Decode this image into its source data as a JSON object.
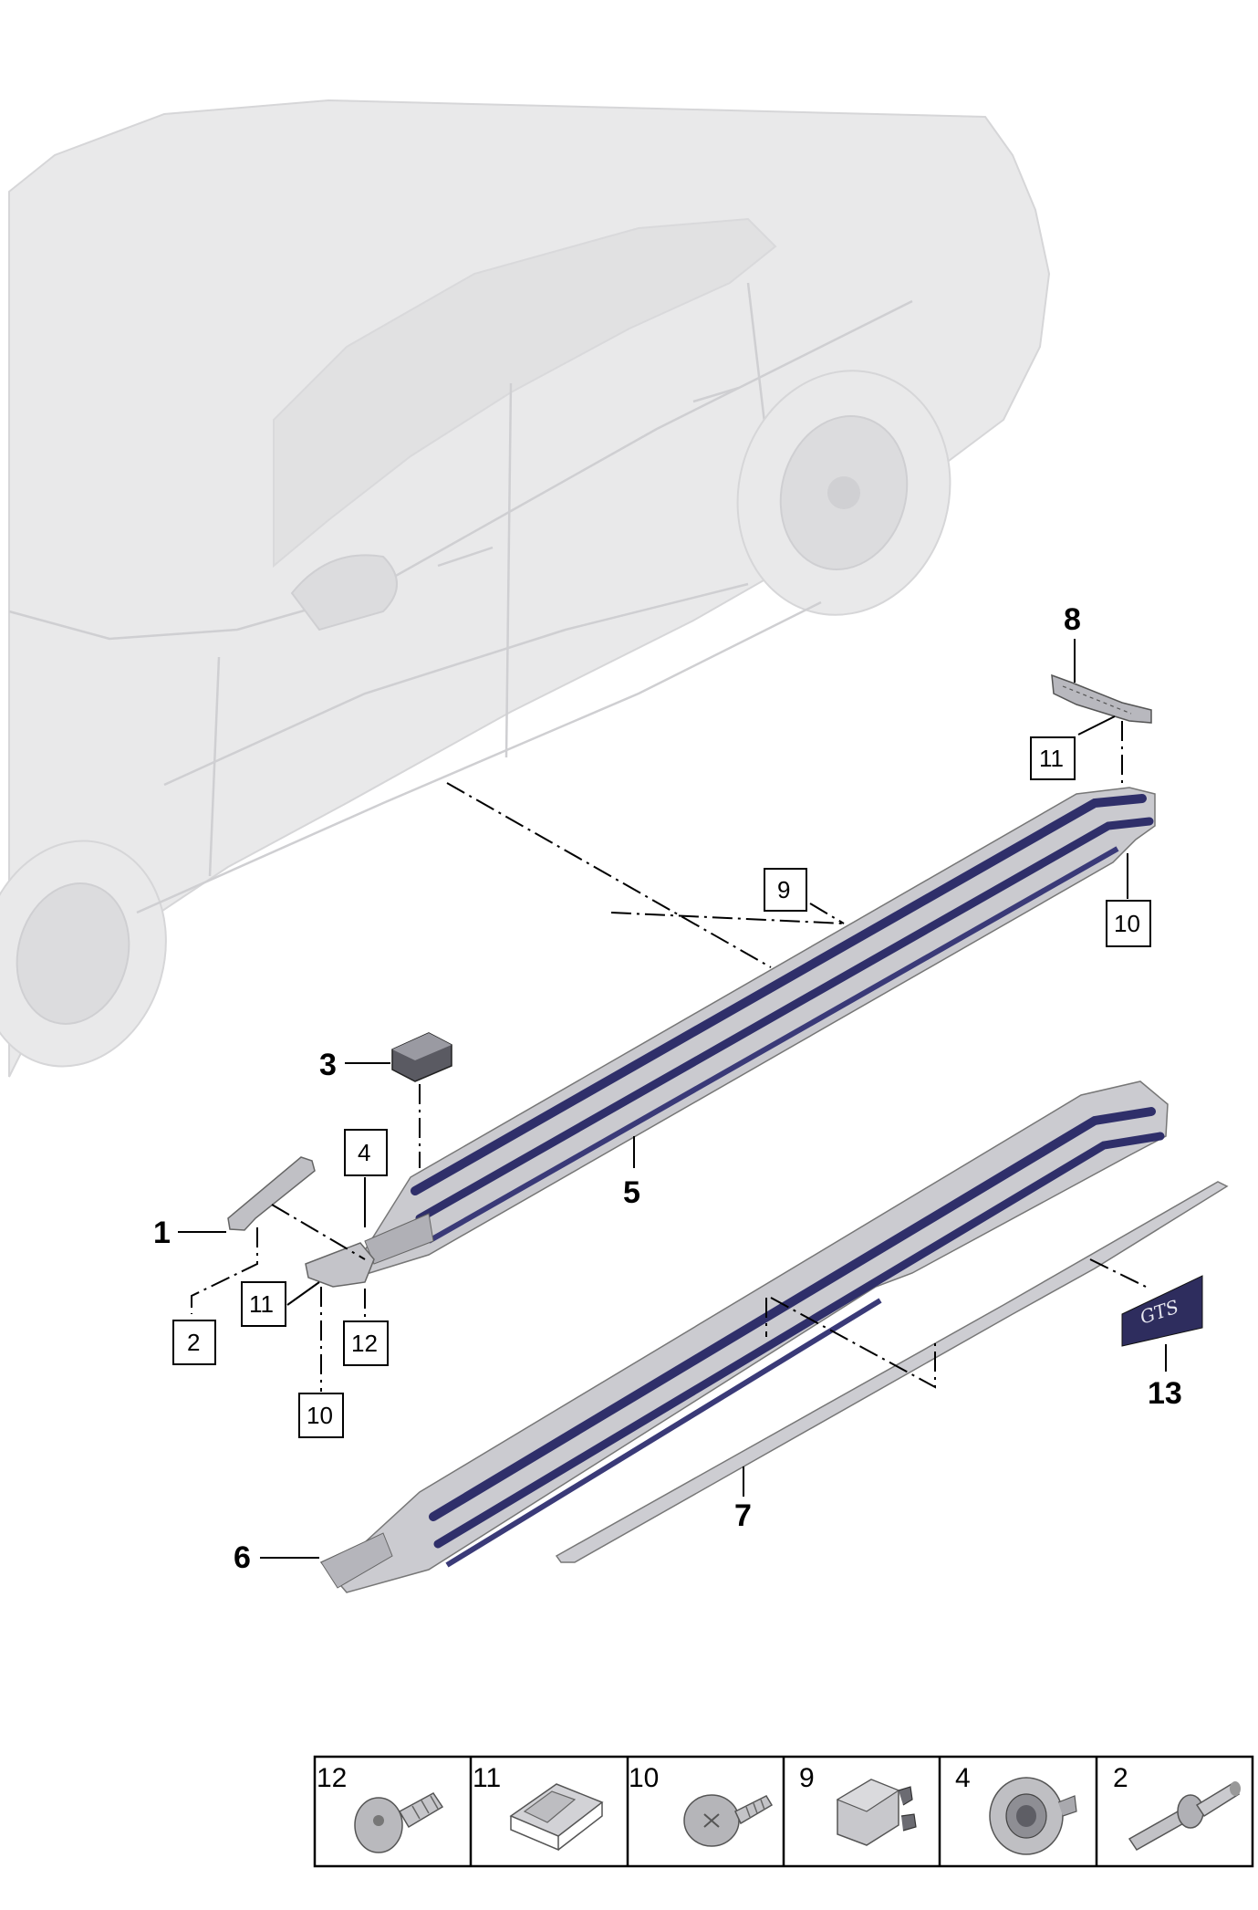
{
  "callouts_plain": [
    {
      "id": "c1",
      "label": "1"
    },
    {
      "id": "c3",
      "label": "3"
    },
    {
      "id": "c5",
      "label": "5"
    },
    {
      "id": "c6",
      "label": "6"
    },
    {
      "id": "c7",
      "label": "7"
    },
    {
      "id": "c8",
      "label": "8"
    },
    {
      "id": "c13",
      "label": "13"
    }
  ],
  "callouts_boxed": [
    {
      "id": "b11a",
      "label": "11"
    },
    {
      "id": "b9",
      "label": "9"
    },
    {
      "id": "b10a",
      "label": "10"
    },
    {
      "id": "b4",
      "label": "4"
    },
    {
      "id": "b11b",
      "label": "11"
    },
    {
      "id": "b2",
      "label": "2"
    },
    {
      "id": "b12",
      "label": "12"
    },
    {
      "id": "b10b",
      "label": "10"
    }
  ],
  "badge_text": "GTS",
  "parts_strip": [
    {
      "label": "12",
      "icon": "bolt-icon"
    },
    {
      "label": "11",
      "icon": "clip-icon"
    },
    {
      "label": "10",
      "icon": "screw-icon"
    },
    {
      "label": "9",
      "icon": "retainer-icon"
    },
    {
      "label": "4",
      "icon": "grommet-icon"
    },
    {
      "label": "2",
      "icon": "pin-rivet-icon"
    }
  ],
  "colors": {
    "trim_light": "#c9c9cd",
    "trim_dark": "#2f2f6a",
    "car_body": "#e9e9ea"
  }
}
